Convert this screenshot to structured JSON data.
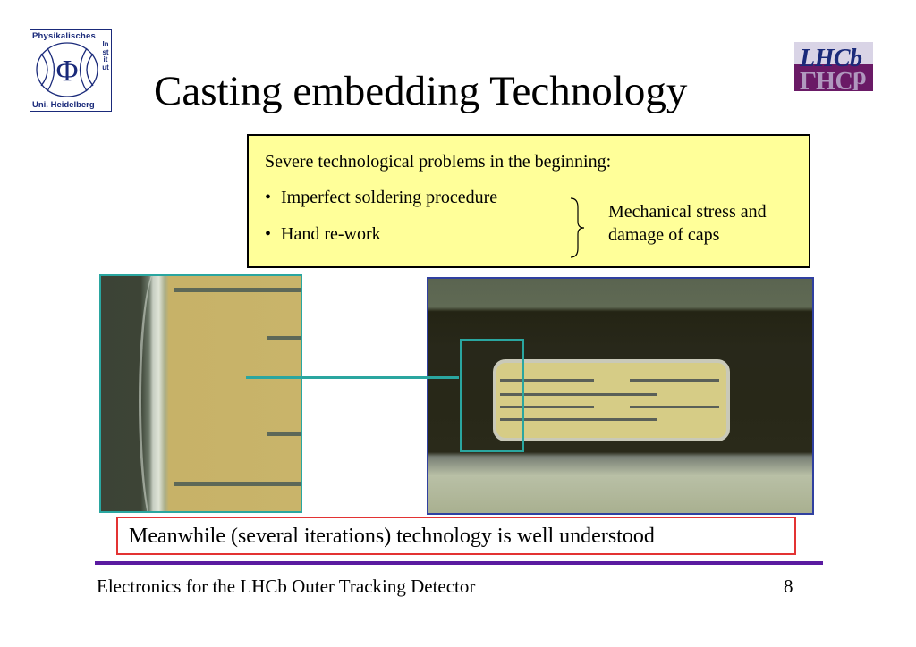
{
  "logo_left": {
    "top_text": "Physikalisches",
    "side_text": "Institut",
    "bottom_text": "Uni. Heidelberg",
    "symbol": "Φ"
  },
  "logo_right": {
    "text": "LHCb"
  },
  "title": "Casting embedding Technology",
  "info_box": {
    "heading": "Severe technological problems in the beginning:",
    "bullets": [
      "Imperfect soldering procedure",
      "Hand re-work"
    ],
    "bullet_glyph": "•",
    "note": "Mechanical stress and damage of caps",
    "fill_color": "#ffff99"
  },
  "images": {
    "left": "micrograph-detail",
    "right": "micrograph-capacitor"
  },
  "summary": "Meanwhile (several iterations)  technology is well understood",
  "footer": {
    "text": "Electronics for the LHCb Outer Tracking Detector",
    "page_number": "8"
  },
  "colors": {
    "accent_teal": "#2aa6a0",
    "summary_border": "#e33333",
    "footer_rule": "#5a1aa0"
  }
}
